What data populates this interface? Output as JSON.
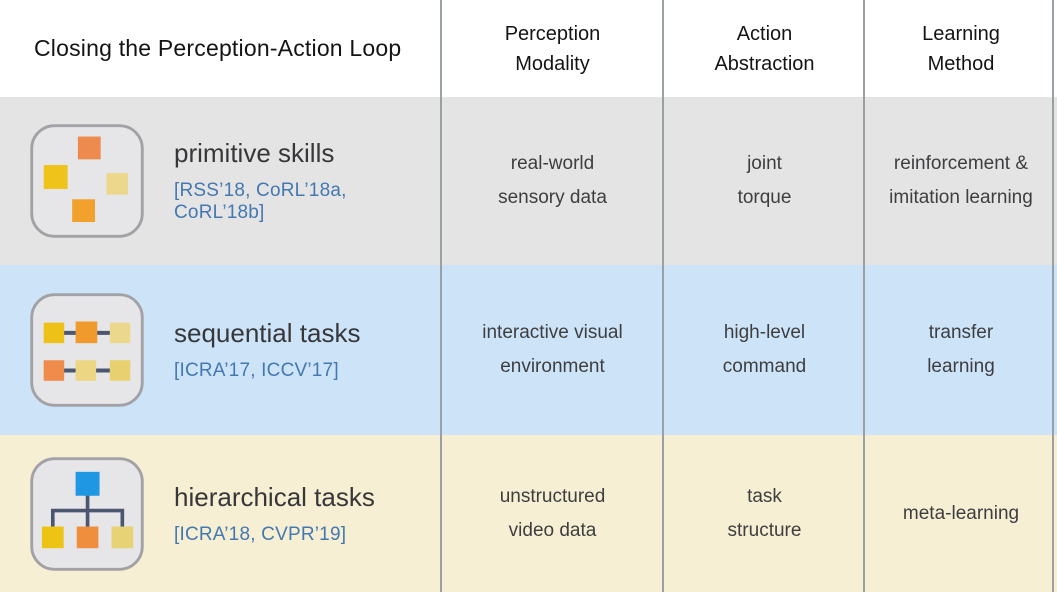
{
  "title": "Closing the Perception-Action Loop",
  "columns": [
    {
      "label": "Perception\nModality"
    },
    {
      "label": "Action\nAbstraction"
    },
    {
      "label": "Learning\nMethod"
    }
  ],
  "rows": [
    {
      "label": "primitive skills",
      "citations": "[RSS’18, CoRL’18a, CoRL’18b]",
      "icon": "scattered-squares-icon",
      "perception_modality": "real-world\nsensory data",
      "action_abstraction": "joint\ntorque",
      "learning_method": "reinforcement &\nimitation learning"
    },
    {
      "label": "sequential tasks",
      "citations": "[ICRA’17, ICCV’17]",
      "icon": "sequence-chain-icon",
      "perception_modality": "interactive visual\nenvironment",
      "action_abstraction": "high-level\ncommand",
      "learning_method": "transfer\nlearning"
    },
    {
      "label": "hierarchical tasks",
      "citations": "[ICRA’18, CVPR’19]",
      "icon": "tree-hierarchy-icon",
      "perception_modality": "unstructured\nvideo data",
      "action_abstraction": "task\nstructure",
      "learning_method": "meta-learning"
    }
  ],
  "colors": {
    "header_bg": "#ffffff",
    "row_primitive_bg": "#e4e4e5",
    "row_sequential_bg": "#cde4f8",
    "row_hierarchical_bg": "#f6efd3",
    "divider": "#9aa1a4",
    "title_text": "#141414",
    "body_text": "#3e3e40",
    "citation_text": "#4478b1",
    "icon_bg": "#e6e6e8",
    "icon_border": "#a2a2a6",
    "icon_orange": "#ed8a4e",
    "icon_amber": "#f2a12d",
    "icon_gold": "#efc31a",
    "icon_pale_yellow": "#ecd88d",
    "icon_blue": "#1f97e3",
    "icon_line": "#4b5671"
  }
}
